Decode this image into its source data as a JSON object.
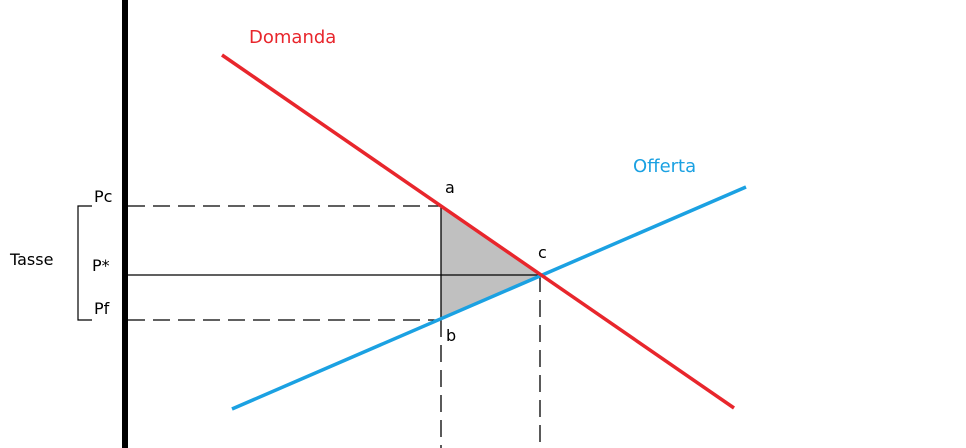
{
  "labels": {
    "demand": "Domanda",
    "supply": "Offerta",
    "price_consumer": "Pc",
    "price_equilibrium": "P*",
    "price_producer": "Pf",
    "tax": "Tasse",
    "point_a": "a",
    "point_b": "b",
    "point_c": "c"
  },
  "colors": {
    "demand": "#e8262c",
    "supply": "#1ba1e2",
    "axis": "#000000",
    "dashed": "#000000",
    "deadweight_fill": "#c0c0c0",
    "text": "#000000"
  }
}
